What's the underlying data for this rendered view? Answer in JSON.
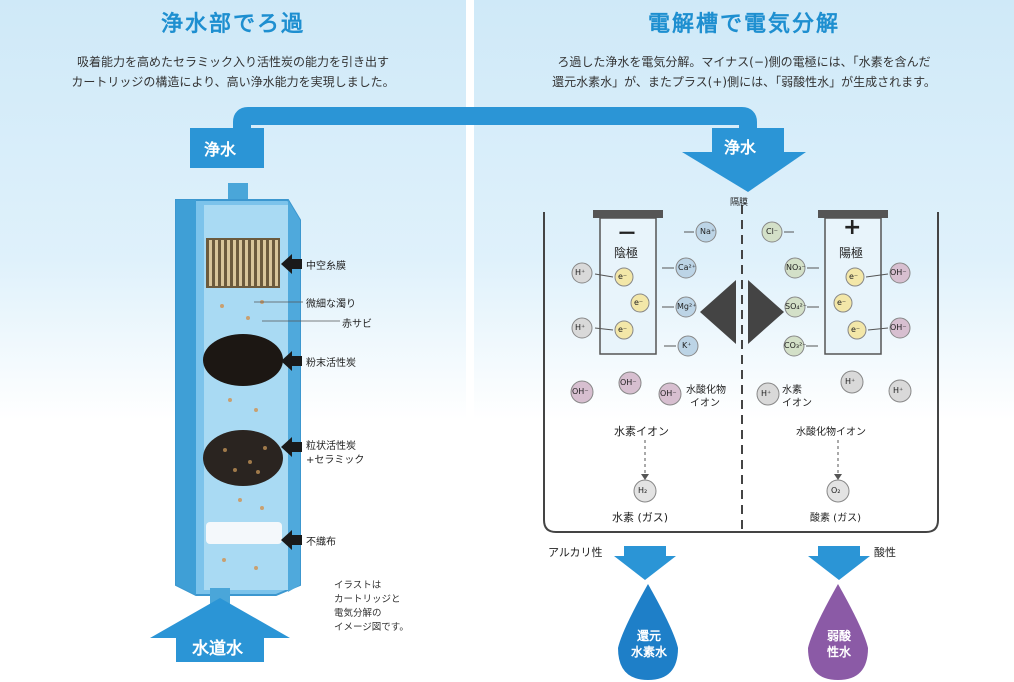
{
  "left": {
    "title": "浄水部でろ過",
    "description": "吸着能力を高めたセラミック入り活性炭の能力を引き出す\nカートリッジの構造により、高い浄水能力を実現しました。",
    "top_arrow_label": "浄水",
    "bottom_arrow_label": "水道水",
    "labels": {
      "hollow_fiber": "中空糸膜",
      "fine_turbidity": "微細な濁り",
      "rust": "赤サビ",
      "powder_carbon": "粉末活性炭",
      "granular_carbon_1": "粒状活性炭",
      "granular_carbon_2": "+セラミック",
      "nonwoven": "不織布"
    },
    "note": "イラストは\nカートリッジと\n電気分解の\nイメージ図です。"
  },
  "right": {
    "title": "電解槽で電気分解",
    "description": "ろ過した浄水を電気分解。マイナス(−)側の電極には、「水素を含んだ\n還元水素水」が、またプラス(+)側には、「弱酸性水」が生成されます。",
    "top_arrow_label": "浄水",
    "membrane": "隔膜",
    "cathode_sign": "ー",
    "cathode_label": "陰極",
    "anode_sign": "+",
    "anode_label": "陽極",
    "electron": "e⁻",
    "ions": {
      "na": "Na⁺",
      "ca": "Ca²⁺",
      "mg": "Mg²⁺",
      "k": "K⁺",
      "cl": "Cl⁻",
      "no3": "NO₃⁻",
      "so4": "SO₄²⁻",
      "co3": "CO₃²⁻",
      "h": "H⁺",
      "oh": "OH⁻",
      "h2": "H₂",
      "o2": "O₂"
    },
    "hydroxide_ion_label_1": "水酸化物",
    "hydroxide_ion_label_2": "イオン",
    "hydrogen_ion_label_1": "水素",
    "hydrogen_ion_label_2": "イオン",
    "hydrogen_ion_section": "水素イオン",
    "hydroxide_ion_section": "水酸化物イオン",
    "hydrogen_gas": "水素 (ガス)",
    "oxygen_gas": "酸素 (ガス)",
    "alkaline": "アルカリ性",
    "acidic": "酸性",
    "drop_blue": "還元\n水素水",
    "drop_purple": "弱酸\n性水"
  },
  "colors": {
    "accent_blue": "#1e8fd0",
    "arrow_blue": "#2b95d6",
    "drop_blue": "#1e7fc8",
    "drop_purple": "#8b5aa6"
  }
}
